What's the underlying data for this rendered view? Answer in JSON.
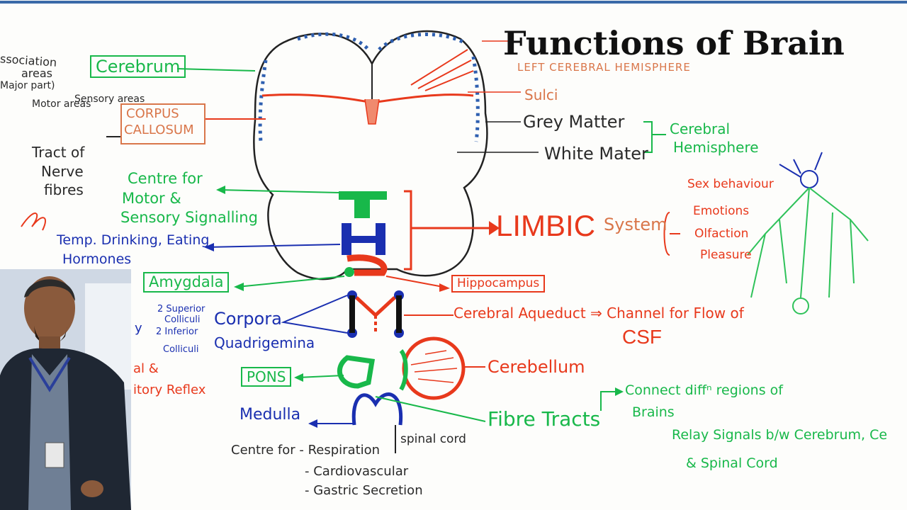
{
  "title": "Functions of Brain",
  "labels": {
    "association": "ssociation",
    "areas_major": "areas",
    "major_part": "Major part)",
    "motor_areas": "Motor areas",
    "sensory_areas": "Sensory areas",
    "cerebrum": "Cerebrum",
    "corpus": "CORPUS",
    "callosum": "CALLOSUM",
    "tract": "Tract of",
    "nerve": "Nerve",
    "fibres": "fibres",
    "left_hemi": "LEFT CEREBRAL HEMISPHERE",
    "sulci": "Sulci",
    "grey": "Grey Matter",
    "white": "White Mater",
    "cerebral": "Cerebral",
    "hemisphere": "Hemisphere",
    "centre_motor1": "Centre for",
    "centre_motor2": "Motor &",
    "centre_motor3": "Sensory Signalling",
    "limbic": "LIMBIC",
    "system": "System",
    "sex": "Sex behaviour",
    "emotions": "Emotions",
    "olfaction": "Olfaction",
    "pleasure": "Pleasure",
    "temp": "Temp. Drinking, Eating",
    "hormones": "Hormones",
    "amygdala": "Amygdala",
    "hippocampus": "Hippocampus",
    "sup1": "2 Superior",
    "sup2": "Colliculi",
    "inf1": "2 Inferior",
    "inf2": "Colliculi",
    "corpora": "Corpora",
    "quadrigemina": "Quadrigemina",
    "aqueduct": "Cerebral Aqueduct ⇒ Channel for Flow of",
    "csf": "CSF",
    "and_frag": "al &",
    "reflex_frag": "itory Reflex",
    "y_frag": "y",
    "pons": "PONS",
    "cerebellum": "Cerebellum",
    "medulla": "Medulla",
    "centre_resp": "Centre for - Respiration",
    "cardio": "- Cardiovascular",
    "gastric": "- Gastric Secretion",
    "spinal": "spinal cord",
    "fibre_tracts": "Fibre Tracts",
    "connect1": "Connect diffⁿ regions of",
    "connect2": "Brains",
    "relay1": "Relay Signals b/w Cerebrum, Ce",
    "relay2": "& Spinal Cord"
  },
  "colors": {
    "blue": "#1a2fb0",
    "green": "#18b84a",
    "red": "#e8391c",
    "orange": "#d9764a",
    "black": "#1b1b1b"
  }
}
